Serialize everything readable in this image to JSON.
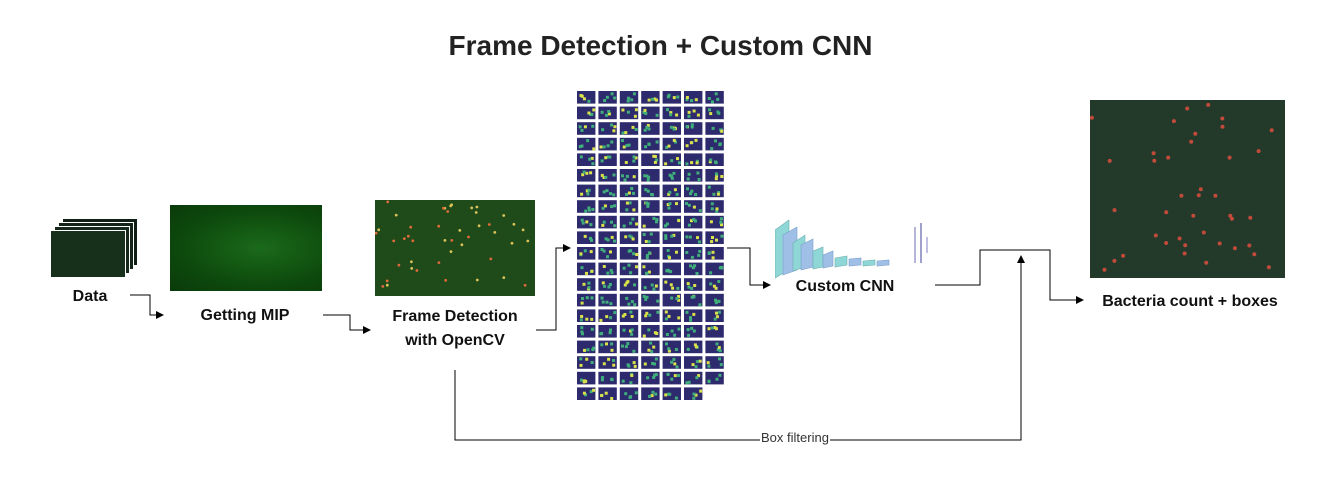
{
  "title": "Frame Detection + Custom CNN",
  "nodes": {
    "data": {
      "label": "Data"
    },
    "mip": {
      "label": "Getting MIP"
    },
    "detection": {
      "line1": "Frame Detection",
      "line2": "with OpenCV"
    },
    "cnn": {
      "label": "Custom CNN"
    },
    "output": {
      "label": "Bacteria count + boxes"
    }
  },
  "edges": {
    "box_filtering": {
      "label": "Box filtering"
    }
  },
  "colors": {
    "dark_frame": "#0f1f14",
    "mip_green": "#0d4a0d",
    "detection_bg": "#1f4a1a",
    "output_bg": "#233a2a",
    "patch_bg": "#2d2a6e",
    "patch_fg": "#3fae7a",
    "cnn_layer": "#8fd6d6",
    "cnn_layer_blue": "#9fbfe6",
    "arrow": "#000000"
  }
}
